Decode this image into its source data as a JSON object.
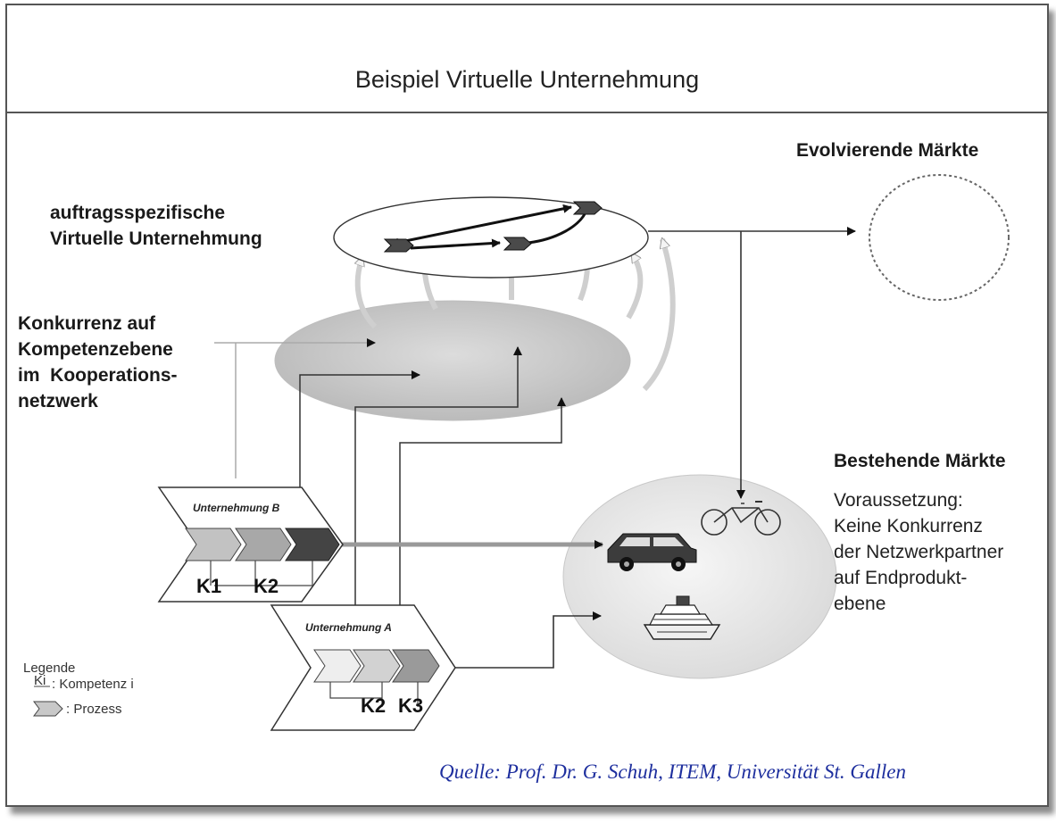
{
  "title": "Beispiel Virtuelle Unternehmung",
  "labels": {
    "evolving_markets": "Evolvierende Märkte",
    "virtual_company": [
      "auftragsspezifische",
      "Virtuelle Unternehmung"
    ],
    "competition": [
      "Konkurrenz auf",
      "Kompetenzebene",
      "im  Kooperations-",
      "netzwerk"
    ],
    "existing_markets": "Bestehende Märkte",
    "prerequisite": [
      "Voraussetzung:",
      "Keine Konkurrenz",
      "der Netzwerkpartner",
      "auf Endprodukt-",
      "ebene"
    ]
  },
  "companies": {
    "b": {
      "name": "Unternehmung B",
      "competences": [
        "K1",
        "K2"
      ]
    },
    "a": {
      "name": "Unternehmung A",
      "competences": [
        "K2",
        "K3"
      ]
    }
  },
  "legend": {
    "title": "Legende",
    "competence_symbol": "Ki",
    "competence_text": ": Kompetenz i",
    "process_text": ": Prozess"
  },
  "source": "Quelle: Prof. Dr. G. Schuh, ITEM, Universität St. Gallen",
  "icons": [
    "bicycle-icon",
    "car-icon",
    "ship-icon"
  ]
}
